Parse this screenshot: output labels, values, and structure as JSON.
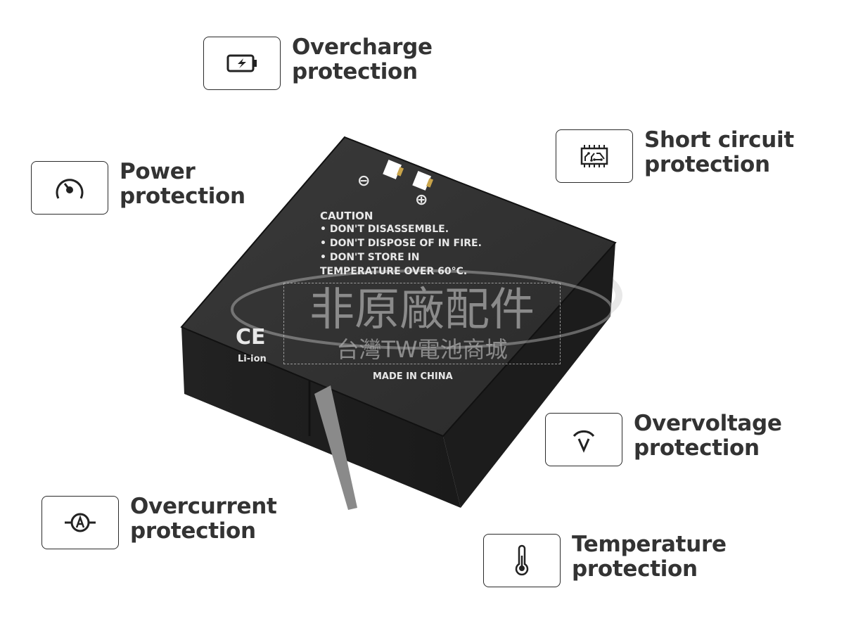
{
  "features": [
    {
      "id": "overcharge",
      "icon": "battery-charge-icon",
      "line1": "Overcharge",
      "line2": "protection"
    },
    {
      "id": "power",
      "icon": "gauge-icon",
      "line1": "Power",
      "line2": "protection"
    },
    {
      "id": "short-circuit",
      "icon": "circuit-chip-icon",
      "line1": "Short circuit",
      "line2": "protection"
    },
    {
      "id": "overvoltage",
      "icon": "voltage-icon",
      "line1": "Overvoltage",
      "line2": "protection"
    },
    {
      "id": "overcurrent",
      "icon": "ammeter-icon",
      "line1": "Overcurrent",
      "line2": "protection"
    },
    {
      "id": "temperature",
      "icon": "thermometer-icon",
      "line1": "Temperature",
      "line2": "protection"
    }
  ],
  "battery": {
    "caution": "CAUTION",
    "line1": "• DON'T DISASSEMBLE.",
    "line2": "• DON'T DISPOSE OF IN FIRE.",
    "line3": "• DON'T STORE IN",
    "line4": "TEMPERATURE OVER 60°C.",
    "ce": "CE",
    "chem": "Li-ion",
    "origin": "MADE IN CHINA",
    "minus": "⊖",
    "plus": "⊕"
  },
  "watermark": {
    "line1": "非原廠配件",
    "line2": "台灣TW電池商城"
  }
}
